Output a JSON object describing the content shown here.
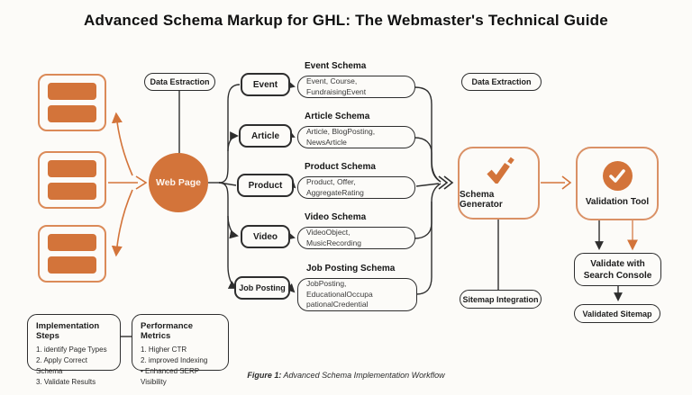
{
  "title": "Advanced Schema Markup for GHL: The Webmaster's Technical Guide",
  "colors": {
    "orange": "#D3743A",
    "orange_border": "#DA9166",
    "line": "#2E2E2E"
  },
  "left": {
    "extraction_label": "Data Estraction",
    "webpage_label": "Web Page"
  },
  "rows": [
    {
      "type": "Event",
      "schema_title": "Event Schema",
      "schema_items": "Event, Course, FundraisingEvent"
    },
    {
      "type": "Article",
      "schema_title": "Article Schema",
      "schema_items": "Article, BlogPosting, NewsArticle"
    },
    {
      "type": "Product",
      "schema_title": "Product Schema",
      "schema_items": "Product, Offer, AggregateRating"
    },
    {
      "type": "Video",
      "schema_title": "Video Schema",
      "schema_items": "VideoObject, MusicRecording"
    },
    {
      "type": "Job Posting",
      "schema_title": "Job Posting Schema",
      "schema_items": "JobPosting, EducationalOccupa\npationalCredential"
    }
  ],
  "right": {
    "extraction_label": "Data Extraction",
    "generator_label": "Schema Generator",
    "validation_label": "Validation Tool",
    "sitemap_label": "Sitemap Integration",
    "console_label": "Validate with\nSearch Console",
    "validated_label": "Validated Sitemap"
  },
  "implementation": {
    "title": "Implementation Steps",
    "items": [
      "1. identify Page Types",
      "2. Apply Correct Schema",
      "3. Validate Results"
    ]
  },
  "metrics": {
    "title": "Performance Metrics",
    "items": [
      "1. Higher CTR",
      "2. improved Indexing",
      "• Enhanced SERP Visibility"
    ]
  },
  "caption": {
    "prefix": "Figure 1:",
    "text": " Advanced Schema Implementation Workflow"
  }
}
